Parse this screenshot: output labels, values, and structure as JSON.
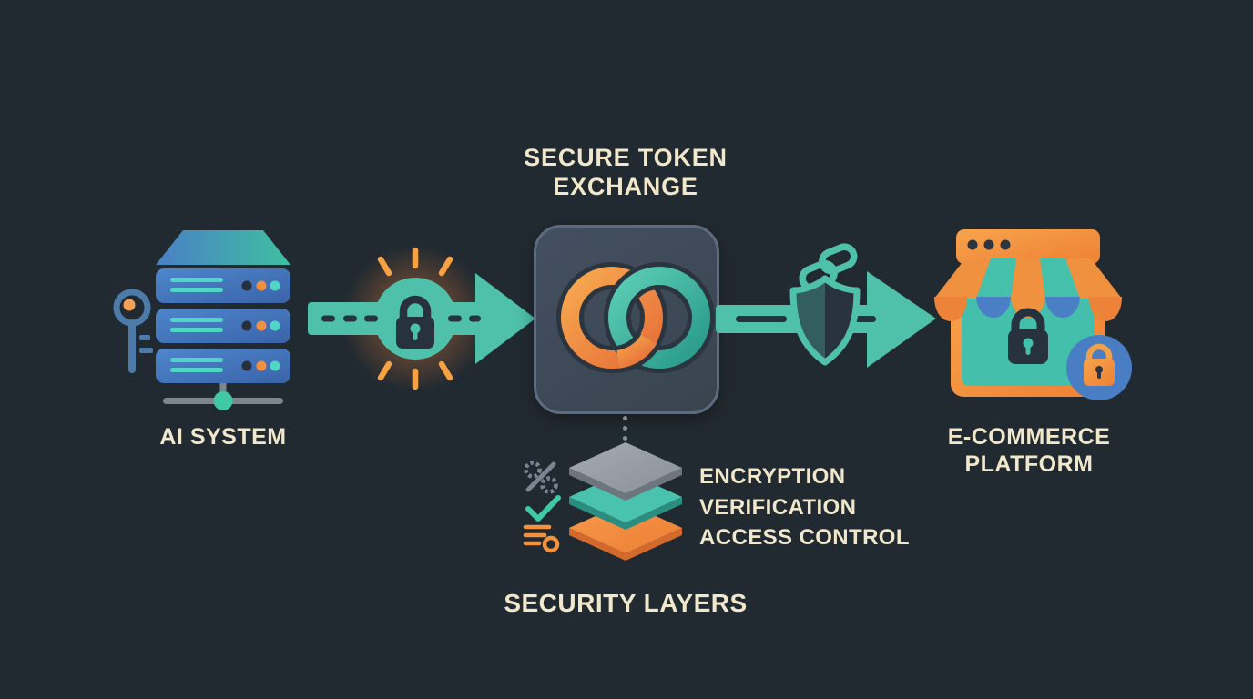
{
  "title": {
    "line1": "SECURE TOKEN",
    "line2": "EXCHANGE"
  },
  "ai_system": {
    "label": "AI SYSTEM",
    "icon": "server-stack-icon",
    "side_icon": "key-icon"
  },
  "token_exchange": {
    "icon": "interlocked-rings-icon"
  },
  "flow": {
    "left_arrow": {
      "icon": "arrow-right-lock-icon",
      "badge": "padlock-icon",
      "glow_color": "#f2913e"
    },
    "right_arrow": {
      "icon": "arrow-right-shield-icon",
      "badge": "shield-icon",
      "top_icon": "chain-link-icon"
    }
  },
  "ecommerce": {
    "line1": "E-COMMERCE",
    "line2": "PLATFORM",
    "icon": "storefront-icon",
    "badge": "lock-badge-icon"
  },
  "security_layers": {
    "title": "SECURITY LAYERS",
    "items": [
      {
        "label": "ENCRYPTION",
        "icon": "cipher-icon",
        "layer_color": "#9aa0a8"
      },
      {
        "label": "VERIFICATION",
        "icon": "check-icon",
        "layer_color": "#49c3ad"
      },
      {
        "label": "ACCESS CONTROL",
        "icon": "access-key-list-icon",
        "layer_color": "#f2913e"
      }
    ]
  },
  "colors": {
    "background": "#222a31",
    "teal": "#4fc0a9",
    "orange": "#f2913e",
    "blue": "#4a7ec4",
    "cream": "#f1e7cb",
    "panel_slate": "#3d4959",
    "dark_glyph": "#27323e",
    "gray_layer": "#9aa0a8"
  }
}
